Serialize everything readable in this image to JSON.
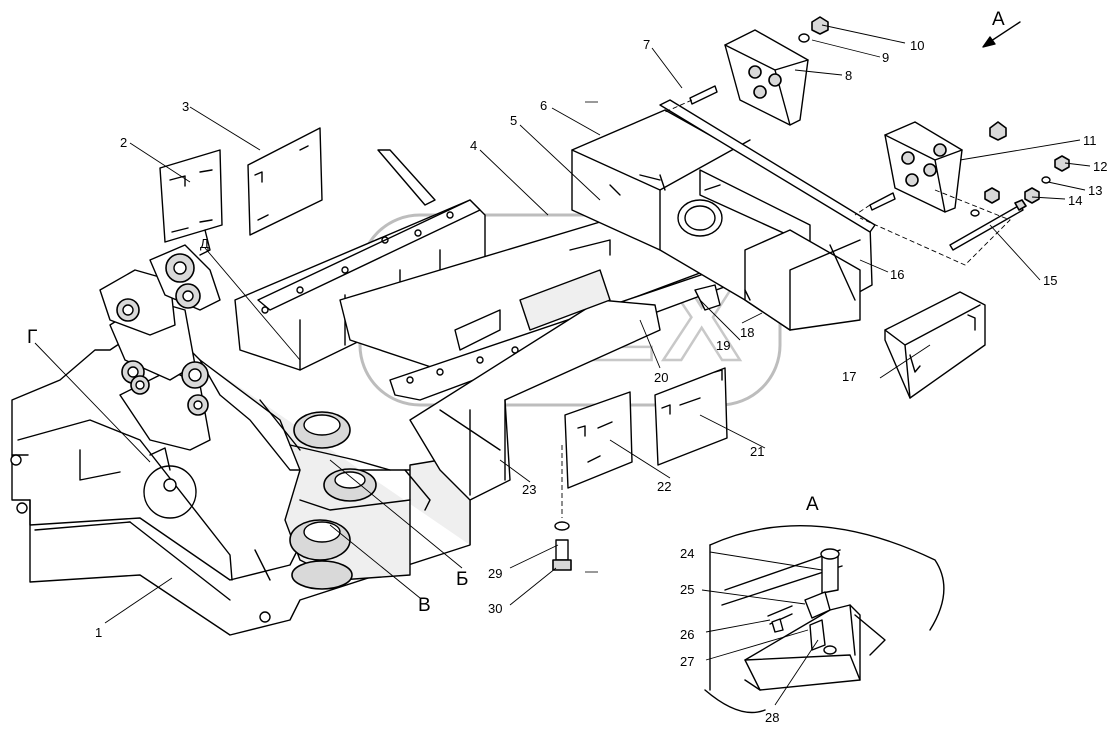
{
  "watermark": {
    "text": "OPEX"
  },
  "view_labels": {
    "view_a_arrow": "А",
    "view_a_detail": "А",
    "callout_g": "Г",
    "callout_d": "Д",
    "callout_b": "Б",
    "callout_v": "В"
  },
  "parts": [
    "1",
    "2",
    "3",
    "4",
    "5",
    "6",
    "7",
    "8",
    "9",
    "10",
    "11",
    "12",
    "13",
    "14",
    "15",
    "16",
    "17",
    "18",
    "19",
    "20",
    "21",
    "22",
    "23",
    "24",
    "25",
    "26",
    "27",
    "28",
    "29",
    "30"
  ]
}
